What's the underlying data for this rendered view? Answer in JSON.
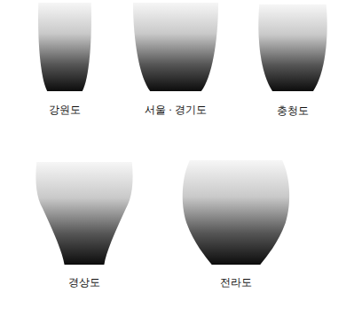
{
  "diagram": {
    "nodes": [
      {
        "text": [
          "강원도"
        ]
      },
      {
        "text": [
          "서울 · 경기도"
        ]
      },
      {
        "text": [
          "충청도"
        ]
      },
      {
        "text": [
          "경상도"
        ]
      },
      {
        "text": [
          "전라도"
        ]
      }
    ]
  }
}
